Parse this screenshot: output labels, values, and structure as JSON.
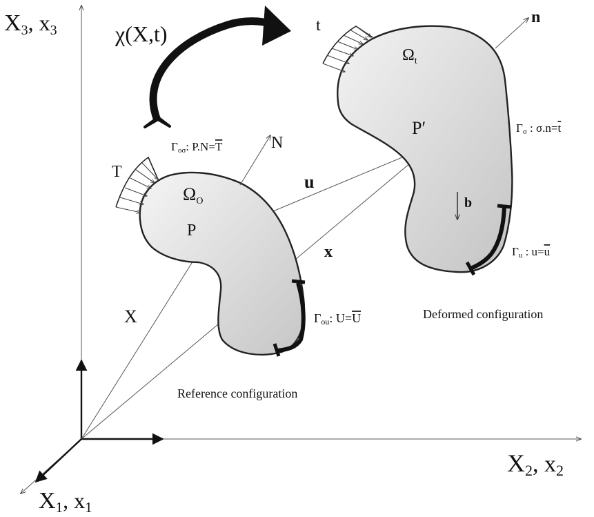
{
  "labels": {
    "axis3_main": "X",
    "axis3_sub": "3",
    "axis3_sep": ", x",
    "axis3_sub2": "3",
    "axis2_main": "X",
    "axis2_sub": "2",
    "axis2_sep": ", x",
    "axis2_sub2": "2",
    "axis1_main": "X",
    "axis1_sub": "1",
    "axis1_sep": ", x",
    "axis1_sub2": "1",
    "mapping": "χ(X,t)",
    "traction_ref": "T",
    "traction_def": "t",
    "omega_ref_main": "Ω",
    "omega_ref_sub": "O",
    "omega_def_main": "Ω",
    "omega_def_sub": "t",
    "point_ref": "P",
    "point_def": "P′",
    "normal_ref": "N",
    "normal_def": "n",
    "displacement": "u",
    "pos_ref": "X",
    "pos_def": "x",
    "body_force": "b",
    "gamma_os_main": "Γ",
    "gamma_os_sub": "oσ",
    "gamma_os_eq": ": P.N=",
    "gamma_os_bar": "T",
    "gamma_s_main": "Γ",
    "gamma_s_sub": "σ",
    "gamma_s_eq": " : σ.n=",
    "gamma_s_bar": "t",
    "gamma_u_main": "Γ",
    "gamma_u_sub": "u",
    "gamma_u_eq": " : u=",
    "gamma_u_bar": "u",
    "gamma_ou_main": "Γ",
    "gamma_ou_sub": "ou",
    "gamma_ou_eq": ": U=",
    "gamma_ou_bar": "U",
    "ref_config": "Reference configuration",
    "def_config": "Deformed configuration"
  },
  "colors": {
    "body_fill_light": "#f4f4f4",
    "body_fill_dark": "#c8c8c8",
    "line": "#555555",
    "ink": "#111111"
  }
}
